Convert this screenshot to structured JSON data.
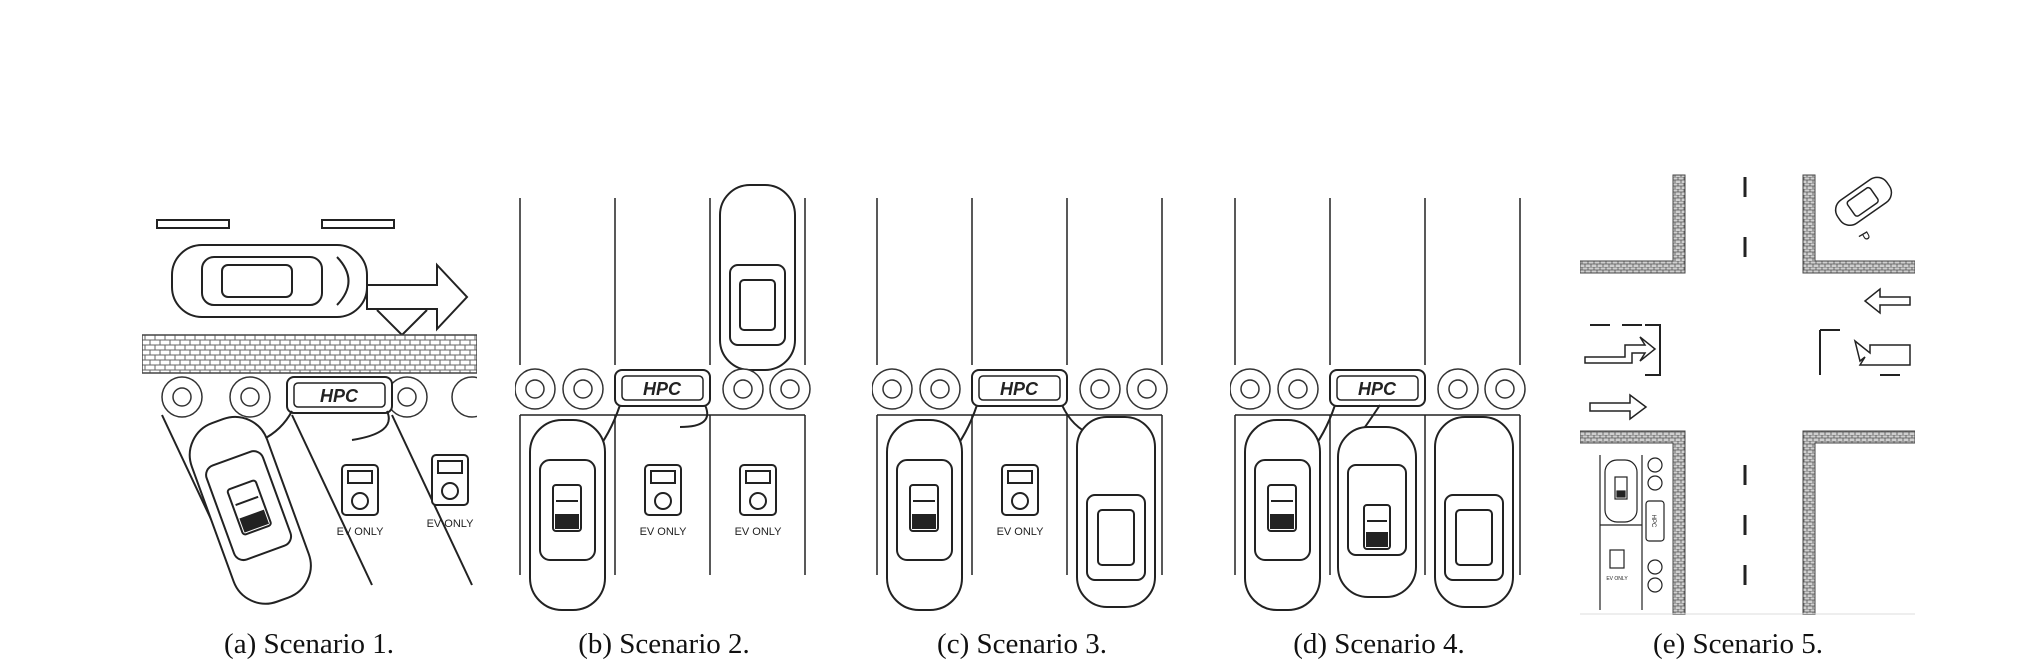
{
  "figure": {
    "panels": [
      {
        "caption": "(a) Scenario 1.",
        "charger_label": "HPC",
        "bay_labels": [
          "EV ONLY",
          "EV ONLY"
        ]
      },
      {
        "caption": "(b) Scenario 2.",
        "charger_label": "HPC",
        "bay_labels": [
          "EV ONLY",
          "EV ONLY"
        ]
      },
      {
        "caption": "(c) Scenario 3.",
        "charger_label": "HPC",
        "bay_labels": [
          "EV ONLY"
        ]
      },
      {
        "caption": "(d) Scenario 4.",
        "charger_label": "HPC"
      },
      {
        "caption": "(e) Scenario 5.",
        "parking_sign": "P",
        "mini_bay_label": "EV ONLY",
        "mini_charger_label": "HPC"
      }
    ]
  },
  "colors": {
    "line": "#222222",
    "fill": "#ffffff",
    "sidewalk": "#9a9a9a"
  }
}
